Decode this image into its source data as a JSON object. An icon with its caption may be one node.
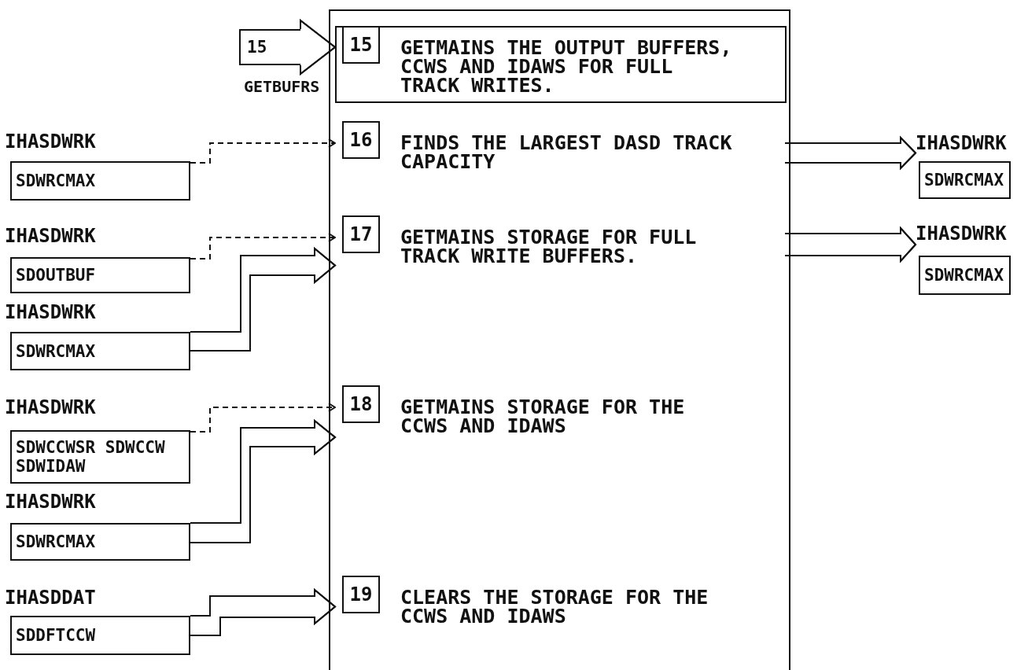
{
  "diagram": {
    "nodes": [
      {
        "text": [
          "15"
        ],
        "beside": [
          "GETBUFRS"
        ]
      },
      {
        "text": [],
        "shape": "box"
      },
      {
        "text": [
          "15",
          "GETMAINS THE OUTPUT BUFFERS, CCWS AND IDAWS FOR FULL TRACK WRITES."
        ],
        "in": 1
      },
      {
        "text": [
          "16",
          "FINDS THE LARGEST DASD TRACK CAPACITY"
        ],
        "in": 1
      },
      {
        "text": [
          "17",
          "GETMAINS STORAGE FOR FULL TRACK WRITE BUFFERS."
        ],
        "in": 1
      },
      {
        "text": [
          "18",
          "GETMAINS STORAGE FOR THE CCWS AND IDAWS"
        ],
        "in": 1
      },
      {
        "text": [
          "19",
          "CLEARS THE STORAGE FOR THE CCWS AND IDAWS"
        ],
        "in": 1
      },
      {
        "text": [
          "IHASDWRK",
          "SDWRCMAX"
        ]
      },
      {
        "text": [
          "IHASDWRK",
          "SDOUTBUF"
        ]
      },
      {
        "text": [
          "IHASDWRK",
          "SDWRCMAX"
        ]
      },
      {
        "text": [
          "IHASDWRK",
          "SDWCCWSR SDWCCW SDWIDAW"
        ]
      },
      {
        "text": [
          "IHASDWRK",
          "SDWRCMAX"
        ]
      },
      {
        "text": [
          "IHASDDAT",
          "SDDFTCCW"
        ]
      },
      {
        "text": [
          "IHASDWRK",
          "SDWRCMAX"
        ]
      },
      {
        "text": [
          "IHASDWRK",
          "SDWRCMAX"
        ]
      }
    ],
    "edges": [
      {
        "from": 0,
        "to": 2,
        "arrow": "to"
      },
      {
        "from": 7,
        "to": 3,
        "arrow": "to",
        "style": "dashed"
      },
      {
        "from": 8,
        "to": 4,
        "arrow": "to",
        "style": "dashed"
      },
      {
        "from": 9,
        "to": 4,
        "arrow": "to"
      },
      {
        "from": 10,
        "to": 5,
        "arrow": "to",
        "style": "dashed"
      },
      {
        "from": 11,
        "to": 5,
        "arrow": "to"
      },
      {
        "from": 12,
        "to": 6,
        "arrow": "to"
      },
      {
        "from": 1,
        "to": 13,
        "arrow": "to"
      },
      {
        "from": 1,
        "to": 14,
        "arrow": "to"
      }
    ]
  }
}
